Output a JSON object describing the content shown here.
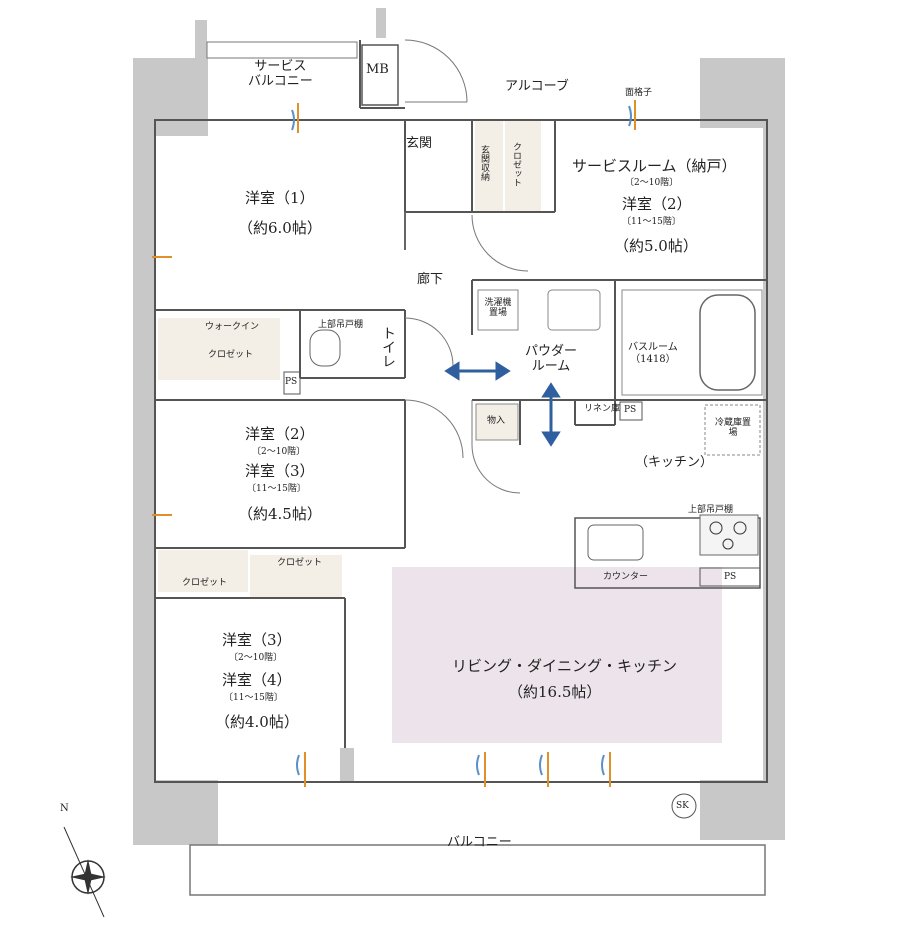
{
  "labels": {
    "service_balcony": "サービス\nバルコニー",
    "mb": "MB",
    "alcove": "アルコーブ",
    "lattice": "面格子",
    "entrance": "玄関",
    "entrance_storage": "玄関収納",
    "closet_entry": "クロゼット",
    "service_room": "サービスルーム（納戸）",
    "service_room_floors": "〔2～10階〕",
    "western2_alt": "洋室（2）",
    "western2_alt_floors": "〔11～15階〕",
    "service_room_size": "（約5.0帖）",
    "western1": "洋室（1）",
    "western1_size": "（約6.0帖）",
    "hallway": "廊下",
    "walkin": "ウォークイン",
    "walkin_closet": "クロゼット",
    "upper_shelf": "上部吊戸棚",
    "toilet": "トイレ",
    "ps": "PS",
    "washer": "洗濯機置場",
    "powder_room": "パウダー\nルーム",
    "bathroom": "バスルーム\n（1418）",
    "linen": "リネン庫",
    "storage": "物入",
    "fridge": "冷蔵庫置場",
    "kitchen": "（キッチン）",
    "kitchen_shelf": "上部吊戸棚",
    "counter": "カウンター",
    "western2": "洋室（2）",
    "western2_floors": "〔2～10階〕",
    "western3": "洋室（3）",
    "western3_floors": "〔11～15階〕",
    "room45_size": "（約4.5帖）",
    "closet": "クロゼット",
    "western3b": "洋室（3）",
    "western3b_floors": "〔2～10階〕",
    "western4": "洋室（4）",
    "western4_floors": "〔11～15階〕",
    "room40_size": "（約4.0帖）",
    "ldk": "リビング・ダイニング・キッチン",
    "ldk_size": "（約16.5帖）",
    "balcony": "バルコニー",
    "sk": "SK",
    "north": "N"
  },
  "colors": {
    "wall": "#c8c8c8",
    "line": "#555555",
    "ldk_fill": "#ece4ea",
    "closet_fill": "#f3efe6",
    "arrow_blue": "#2f5f9f",
    "vent_orange": "#e0902a",
    "vent_blue": "#5a8fc9"
  }
}
